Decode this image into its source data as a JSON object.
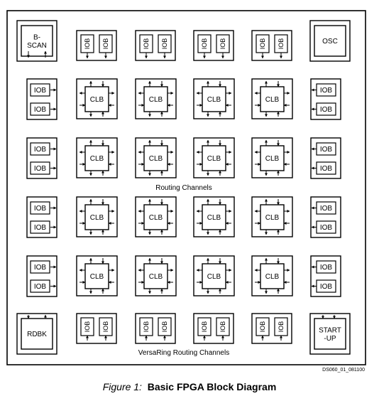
{
  "diagram": {
    "corners": {
      "top_left": "B-\nSCAN",
      "top_right": "OSC",
      "bottom_left": "RDBK",
      "bottom_right": "START\n-UP"
    },
    "iob_label": "IOB",
    "clb_label": "CLB",
    "clb_grid": {
      "rows": 4,
      "cols": 4
    },
    "routing_label": "Routing Channels",
    "versaring_label": "VersaRing Routing Channels"
  },
  "figure": {
    "code": "DS060_01_081100",
    "label": "Figure 1:",
    "title": "Basic FPGA Block Diagram"
  }
}
